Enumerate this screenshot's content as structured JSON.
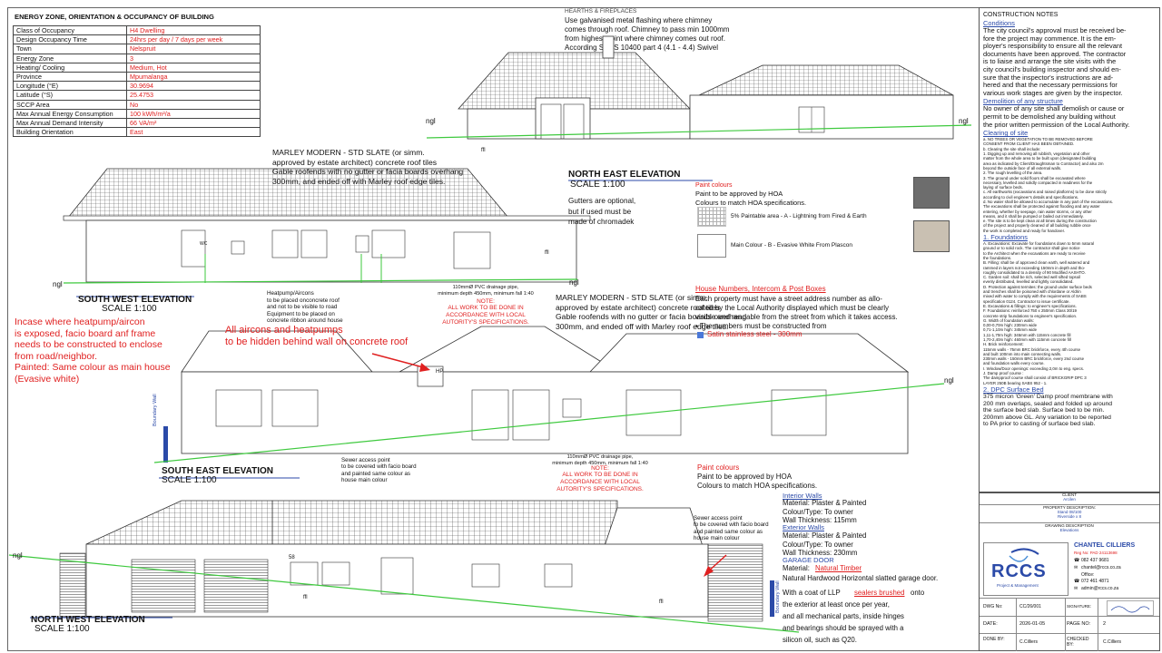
{
  "energy": {
    "title": "ENERGY ZONE, ORIENTATION & OCCUPANCY OF BUILDING",
    "rows": [
      {
        "k": "Class of Occupancy",
        "v": "H4 Dwelling"
      },
      {
        "k": "Design Occupancy Time",
        "v": "24hrs per day / 7 days per week"
      },
      {
        "k": "Town",
        "v": "Nelspruit"
      },
      {
        "k": "Energy Zone",
        "v": "3"
      },
      {
        "k": "Heating/ Cooling",
        "v": "Medium, Hot"
      },
      {
        "k": "Province",
        "v": "Mpumalanga"
      },
      {
        "k": "Longitude (°E)",
        "v": "30.9694"
      },
      {
        "k": "Latitude (°S)",
        "v": "25.4753"
      },
      {
        "k": "SCCP Area",
        "v": "No"
      },
      {
        "k": "Max Annual Energy Consumption",
        "v": "100    kWh/m²/a"
      },
      {
        "k": "Max Annual Demand Intensity",
        "v": "66    VA/m²"
      },
      {
        "k": "Building Orientation",
        "v": "East"
      }
    ]
  },
  "hearths": {
    "title": "HEARTHS & FIREPLACES",
    "text": "Use galvanised metal flashing where chimney\ncomes through roof. Chimney to pass min 1000mm\nfrom highest point where chimney comes out roof.\nAccording SANS 10400 part 4 (4.1 - 4.4) Swivel\nmetal cowl"
  },
  "roof_note_1": "MARLEY MODERN - STD SLATE (or simm.\napproved by estate architect) concrete roof tiles\nGable roofends with no gutter or facia boards overhang\n300mm, and ended off with Marley roof edge tiles.",
  "roof_note_2": "MARLEY MODERN - STD SLATE (or simm.\napproved by estate architect) concrete roof tiles\nGable roofends with no gutter or facia boards overhang\n300mm, and ended off with Marley roof edge tiles.",
  "elevations": {
    "ne": {
      "title": "NORTH EAST ELEVATION",
      "scale": "SCALE 1:100"
    },
    "sw": {
      "title": "SOUTH WEST ELEVATION",
      "scale": "SCALE 1:100"
    },
    "se": {
      "title": "SOUTH EAST ELEVATION",
      "scale": "SCALE 1:100"
    },
    "nw": {
      "title": "NORTH WEST ELEVATION",
      "scale": "SCALE 1:100"
    }
  },
  "gutters": "Gutters are optional,\nbut if used must be\nmade of chromadek",
  "paint1": {
    "head": "Paint colours",
    "text": "Paint to be approved by HOA\nColours to match HOA specifications.",
    "a": "5% Paintable area - A - Lightning from Fired & Earth",
    "b": "Main Colour - B - Evasive White From Plascon",
    "a_color": "#6d6d6d",
    "b_color": "#c9c0b2"
  },
  "house_numbers": {
    "head": "House Numbers, Intercom & Post Boxes",
    "text": "Each property must have a street address number as allo-\ncated by the Local Authority displayed which must be clearly\nvisible and readable from the street from which it takes access.\n• The numbers must be constructed from",
    "material": "Satin stainless steel - 300mm"
  },
  "heatpump_note": "Heatpump/Aircons\nto be placed onconcrete roof\nand not to be visible to road\nEquipment to be placed on\nconcrete ribbon around house",
  "red_note_left": "Incase where heatpump/aircon\nis exposed, facio board anf frame\nneeds to be constructed to enclose\nfrom road/neighbor.\nPainted: Same colour as main house\n(Evasive white)",
  "red_note_aircons": "All aircons and heatpumps\nto be hidden behind wall on concrete roof",
  "pvc_note": "110mmØ PVC drainage pipe,\nminimum depth 450mm, minimum fall 1:40",
  "note_head": "NOTE:",
  "note_text": "ALL WORK TO BE DONE IN\nACCORDANCE WITH LOCAL\nAUTORITY'S SPECIFICATIONS.",
  "sewer_note": "Sewer access point\nto be covered with facio board\nand painted same colour as\nhouse main colour",
  "paint2": {
    "head": "Paint colours",
    "text": "Paint to be approved by HOA\nColours to match HOA specifications."
  },
  "walls": {
    "int_head": "Interior Walls",
    "int_text": "Material: Plaster & Painted\nColour/Type: To owner\nWall Thickness: 115mm",
    "ext_head": "Exterior Walls",
    "ext_text": "Material: Plaster & Painted\nColour/Type: To owner\nWall Thickness: 230mm"
  },
  "garage": {
    "head": "GARAGE DOOR",
    "mat_label": "Material:",
    "mat_value": "Natural Timber",
    "text1": "Natural Hardwood Horizontal slatted garage door.",
    "text2_pre": "With a coat of LLP",
    "text2_red": "sealers brushed",
    "text2_post": "onto",
    "text3": "the exterior at least once per year,\nand all mechanical parts, inside hinges\nand bearings should be sprayed with a\nsilicon oil, such as Q20."
  },
  "labels": {
    "ngl": "ngl",
    "ffl": "ffl",
    "hp": "HP",
    "boundary": "Boundary Wall",
    "wc": "WC",
    "num58": "58"
  },
  "notes": {
    "title": "CONSTRUCTION NOTES",
    "conditions_head": "Conditions",
    "conditions": "The city council's approval must be received be-\nfore the project may commence. It is the em-\nployer's responsibility to ensure all the relevant\ndocuments have been approved. The contractor\nis to liaise and arrange the site visits with the\ncity council's building inspector and should en-\nsure that the inspector's instructions are ad-\nhered and that the necessary permissions for\nvarious work stages are given by the inspector.",
    "demolition_head": "Demolition of any structure",
    "demolition": "No owner of any site shall demolish or cause or\npermit to be demolished any building without\nthe prior written permission of the Local Authority.",
    "clearing_head": "Clearing of site",
    "clearing": "a. NO TREES OR VEGETATION TO BE REMOVED BEFORE\n   CONSENT FROM CLIENT HAS BEEN OBTAINED.\nb. Clearing the site shall include:\n   1. Digging up and removing all rubbish, vegetation and other\n   matter from the whole area to be built upon (designated building\n   area as indicated by Client/Draughtsman to Contractor) and also 2m\n   beyond the outside face of all external walls.\n   2. The rough levelling of the area.\n   3. The ground under solid floors shall be excavated where\n   necessary, levelled and solidly compacted in readiness for the\n   laying of surface beds.\nc. All earthworks (excavations and raised platforms) to be done strictly\n   according to civil engineer's details and specifications.\nd. No water shall be allowed to accumulate in any part of the excavations.\n   The excavations shall be protected against flooding and any water\n   entering, whether by seepage, rain water storms, or any other\n   means, and it shall be pumped or bailed out immediately.\ne. The site is to be kept clean at all times during the construction\n   of the project and properly cleaned of all building rubble once\n   the work is completed and ready for handover.",
    "found_head": "1. Foundations",
    "found": "A. Excavations: Excavate for foundations down to 5mm natural\n   ground or to solid rock. The contractor shall give notice\n   to the Architect when the excavations are ready to receive\n   the foundations.\nB. Filling: shall be of approved clean earth, well watered and\n   rammed in layers not exceeding 150mm in depth and tho-\n   roughly consolidated to a density of 90 Modified AASHTO.\nC. Garden soil: shall be rich, selected well sifted topsoil\n   evenly distributed, levelled and lightly consolidated.\nD. Protection against termites: the ground under surface beds\n   and trenches shall be poisoned with chlordane or Aldrin\n   mixed with water to comply with the requirements of SABS\n   specification 0124. Contractor to issue certificate.\nE. Excavations & fillings: to engineer's specifications.\nF. Foundations: reinforced 750 x 250mm Class 30/19\n   concrete strip foundations to engineer's specification.\nG. Width of foundation walls:\n   0,00-0,70m high: 230mm wide\n   0,71-1,10m high: 345mm wide\n   1,11-1,70m high: 345mm with 115mm concrete fill\n   1,70-2,40m high: 460mm with 115mm concrete fill\nH. Brick reinforcement:\n   115mm walls - 75mm BRC brickforce, every 4th course\n   and built 100mm into main connecting walls.\n   230mm walls - 150mm BRC brickforce, every 2nd course\n   and foundation walls every course.\nI. Window/Door openings: exceeding 2,0m to eng. specs.\nJ. Damp proof course :\n   The dampproof course shall consist of BRICKGRIP DPC 3\n   LAYER 250B bearing SABS 952 - 1.",
    "dpc_head": "2. DPC Surface Bed",
    "dpc": "375 micron 'Green' Damp proof membrane with\n200 mm overlaps, sealed and folded up around\nthe surface bed slab. Surface bed to be min.\n200mm above GL. Any variation to be reported\nto PA prior to casting of surface bed slab."
  },
  "titleblock": {
    "client_label": "CLIENT",
    "client": "Arcilen",
    "property_label": "PROPERTY DESCRIPTION:",
    "property1": "Stand 08/100",
    "property2": "Riverside x 8",
    "drawing_label": "DRAWING DESCRIPTION",
    "drawing": "Elevations",
    "logo": "RCCS",
    "logo_sub": "Project & Management",
    "name": "CHANTEL CILLIERS",
    "reg": "Reg No: PAD 24113698",
    "phone": "082 437 9681",
    "email": "chantel@rccs.co.za",
    "office_label": "Office:",
    "office_phone": "072 461 4871",
    "office_email": "admin@rccs.co.za",
    "dwg_no_label": "DWG No:",
    "dwg_no": "CC/26/001",
    "signature_label": "SIGNATURE:",
    "date_label": "DATE:",
    "date": "2026-01-05",
    "page_label": "PAGE NO:",
    "page": "2",
    "done_label": "DONE BY:",
    "done": "C.Cilliers",
    "checked_label": "CHECKED BY:",
    "checked": "C.Cilliers"
  },
  "colors": {
    "ground": "#3ec93e",
    "red": "#e02020",
    "blue": "#2b4aa8"
  }
}
